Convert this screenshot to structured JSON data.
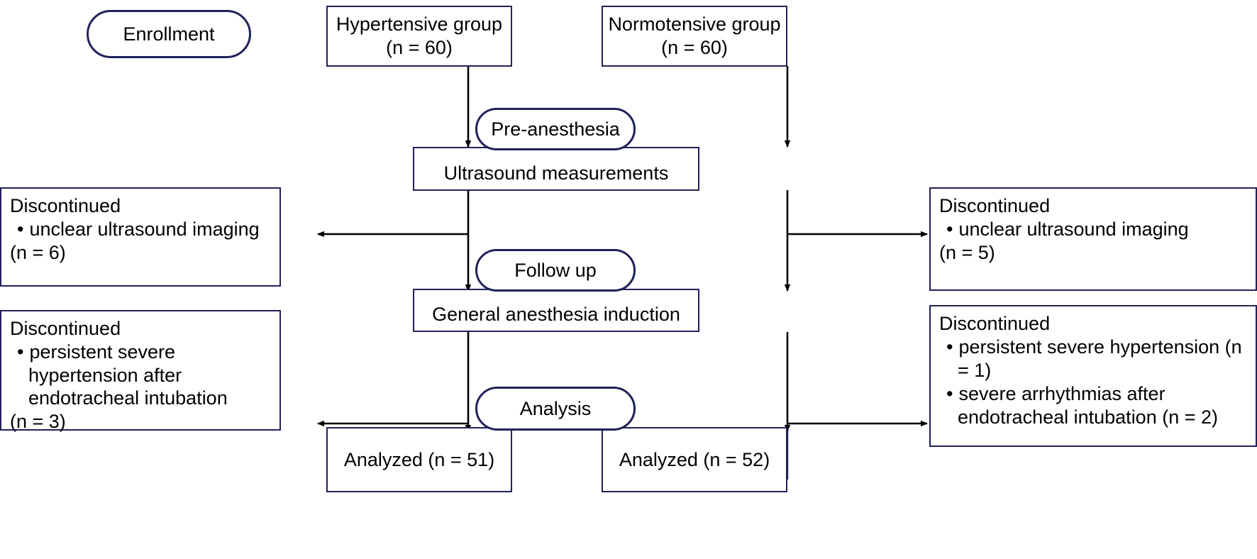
{
  "diagram": {
    "title": "CONSORT study flow diagram",
    "accent_color": "#20215a",
    "line_color": "#000000",
    "background": "#ffffff",
    "stages": [
      {
        "id": "enrollment",
        "label": "Enrollment"
      },
      {
        "id": "pre-anesthesia",
        "label": "Pre-anesthesia"
      },
      {
        "id": "follow-up",
        "label": "Follow up"
      },
      {
        "id": "analysis",
        "label": "Analysis"
      }
    ],
    "groups": [
      {
        "id": "hypertensive",
        "name": "Hypertensive group",
        "n_label": "(n = 60)",
        "text": "Hypertensive group\n(n = 60)"
      },
      {
        "id": "normotensive",
        "name": "Normotensive group",
        "n_label": "(n = 60)",
        "text": "Normotensive group\n(n = 60)"
      }
    ],
    "banners": [
      {
        "id": "ultrasound",
        "label": "Ultrasound measurements"
      },
      {
        "id": "induction",
        "label": "General anesthesia induction"
      }
    ],
    "discontinued": [
      {
        "id": "left-ultrasound",
        "side": "left",
        "title": "Discontinued",
        "items": [
          "unclear ultrasound imaging"
        ],
        "n_label": "(n = 6)"
      },
      {
        "id": "right-ultrasound",
        "side": "right",
        "title": "Discontinued",
        "items": [
          "unclear ultrasound imaging"
        ],
        "n_label": "(n = 5)"
      },
      {
        "id": "left-induction",
        "side": "left",
        "title": "Discontinued",
        "items": [
          "persistent severe hypertension after endotracheal intubation"
        ],
        "n_label": "(n = 3)"
      },
      {
        "id": "right-induction",
        "side": "right",
        "title": "Discontinued",
        "items": [
          "persistent severe hypertension (n = 1)",
          "severe arrhythmias after endotracheal intubation (n = 2)"
        ],
        "n_label": ""
      }
    ],
    "analyzed": [
      {
        "id": "analyzed-hypertensive",
        "label": "Analyzed (n = 51)"
      },
      {
        "id": "analyzed-normotensive",
        "label": "Analyzed (n = 52)"
      }
    ]
  }
}
